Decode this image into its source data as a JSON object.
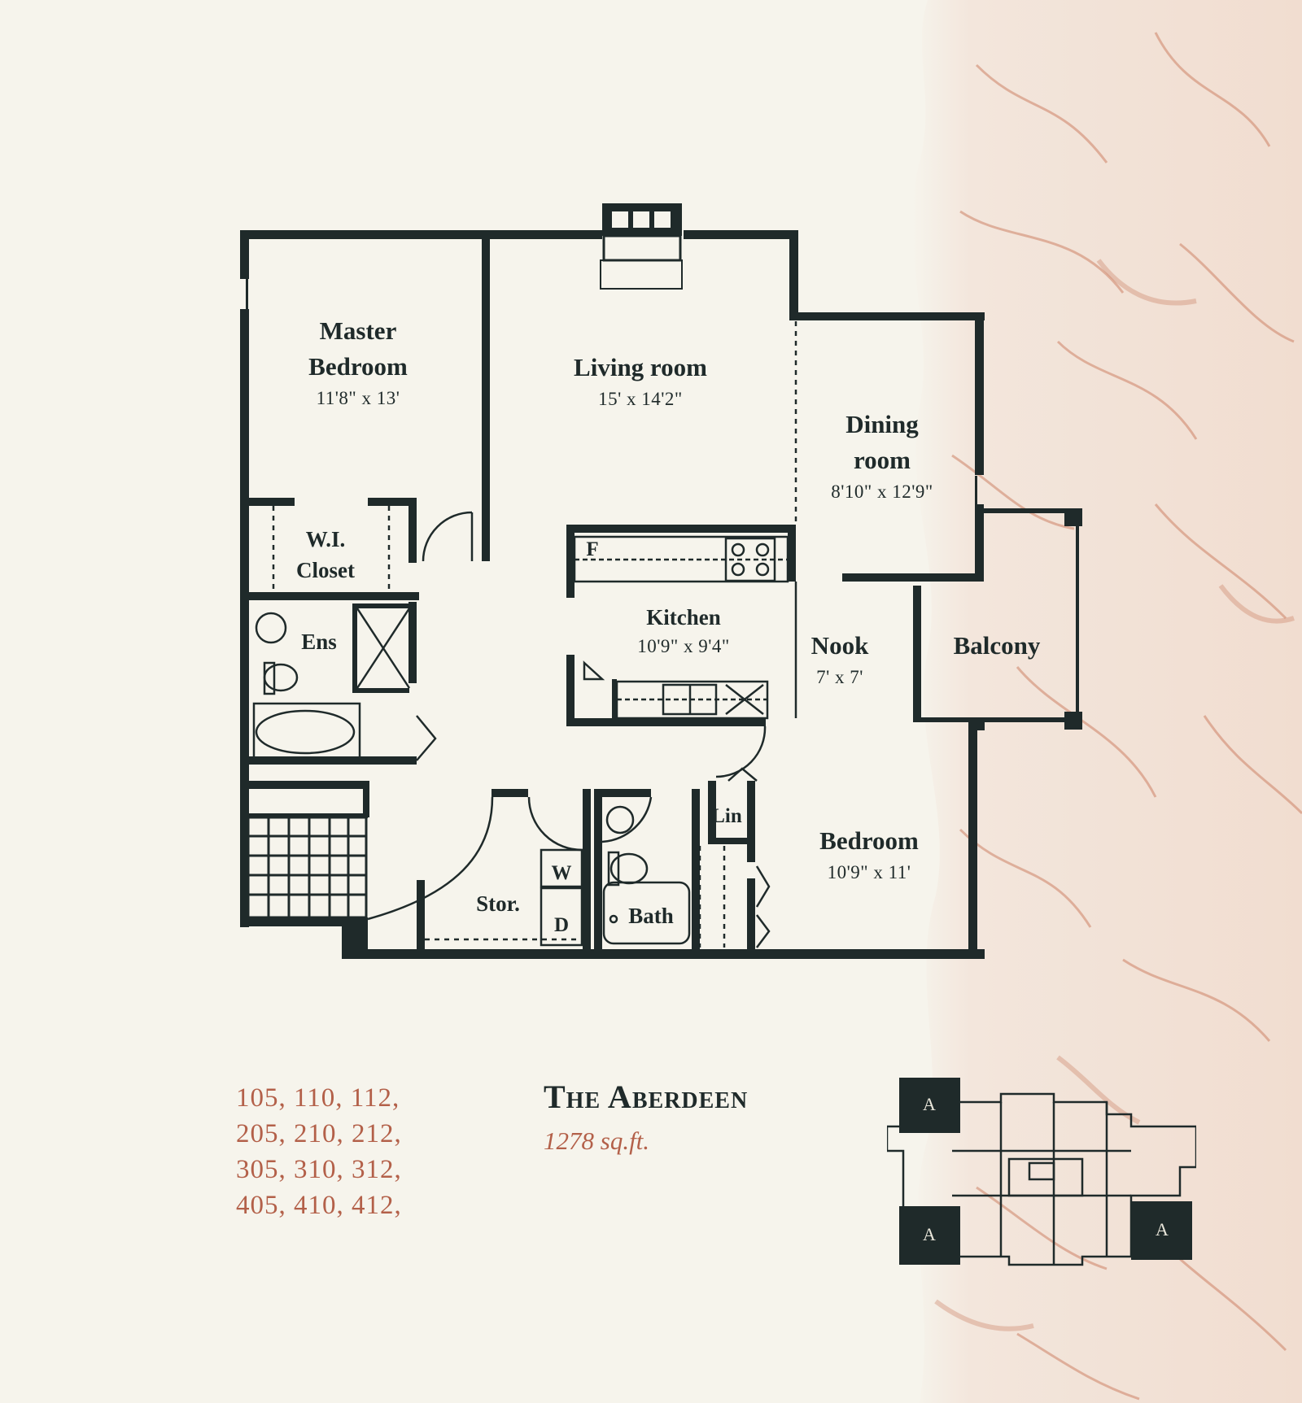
{
  "rooms": {
    "master_bedroom": {
      "name_line1": "Master",
      "name_line2": "Bedroom",
      "dims": "11'8\" x 13'"
    },
    "living_room": {
      "name": "Living room",
      "dims": "15' x 14'2\""
    },
    "dining_room": {
      "name_line1": "Dining",
      "name_line2": "room",
      "dims": "8'10\" x 12'9\""
    },
    "wi_closet": {
      "name_line1": "W.I.",
      "name_line2": "Closet"
    },
    "ensuite": {
      "name": "Ens"
    },
    "kitchen": {
      "name": "Kitchen",
      "dims": "10'9\" x 9'4\""
    },
    "nook": {
      "name": "Nook",
      "dims": "7' x 7'"
    },
    "balcony": {
      "name": "Balcony"
    },
    "linen": {
      "name": "Lin"
    },
    "bedroom": {
      "name": "Bedroom",
      "dims": "10'9\" x 11'"
    },
    "storage": {
      "name": "Stor."
    },
    "bath": {
      "name": "Bath"
    },
    "washer": {
      "name": "W"
    },
    "dryer": {
      "name": "D"
    },
    "fridge": {
      "name": "F"
    }
  },
  "suites": [
    "105, 110, 112,",
    "205, 210, 212,",
    "305, 310, 312,",
    "405, 410, 412,"
  ],
  "model": {
    "name": "The Aberdeen",
    "area": "1278 sq.ft."
  },
  "keyplan": {
    "unit_letter": "A"
  },
  "colors": {
    "wall": "#1f2a2a",
    "accent": "#b36049",
    "paper": "#f6f4ec"
  }
}
